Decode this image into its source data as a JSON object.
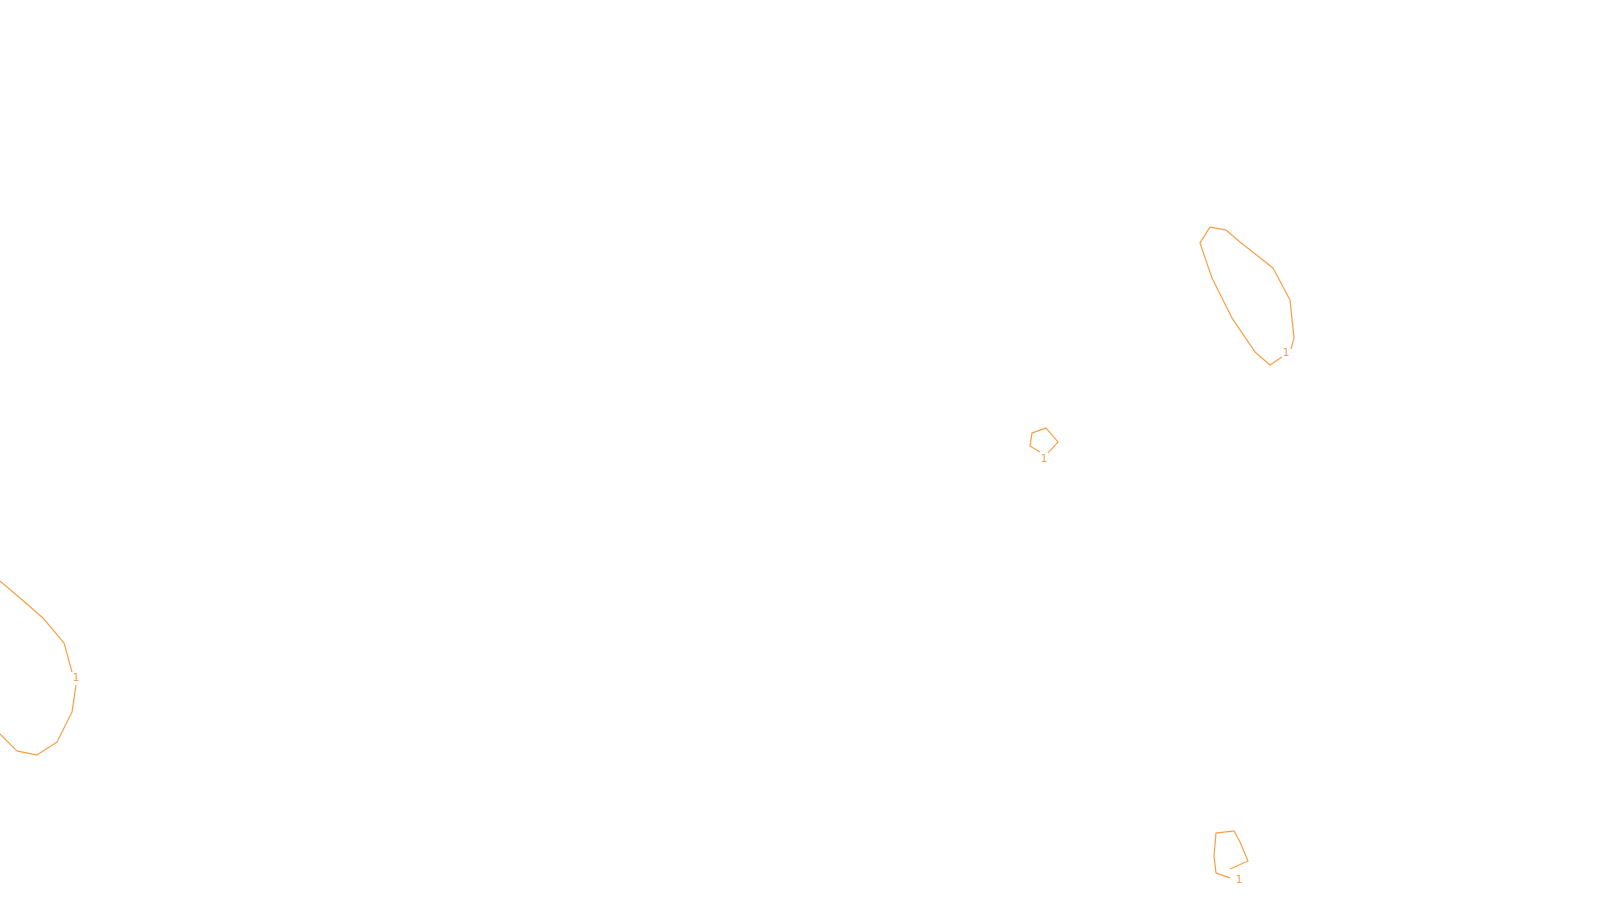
{
  "map": {
    "contour_color": "#f5a047",
    "contours": [
      {
        "id": "contour-top-right",
        "label": "1"
      },
      {
        "id": "contour-center-small",
        "label": "1"
      },
      {
        "id": "contour-left-edge",
        "label": "1"
      },
      {
        "id": "contour-bottom-right",
        "label": "1"
      }
    ]
  }
}
